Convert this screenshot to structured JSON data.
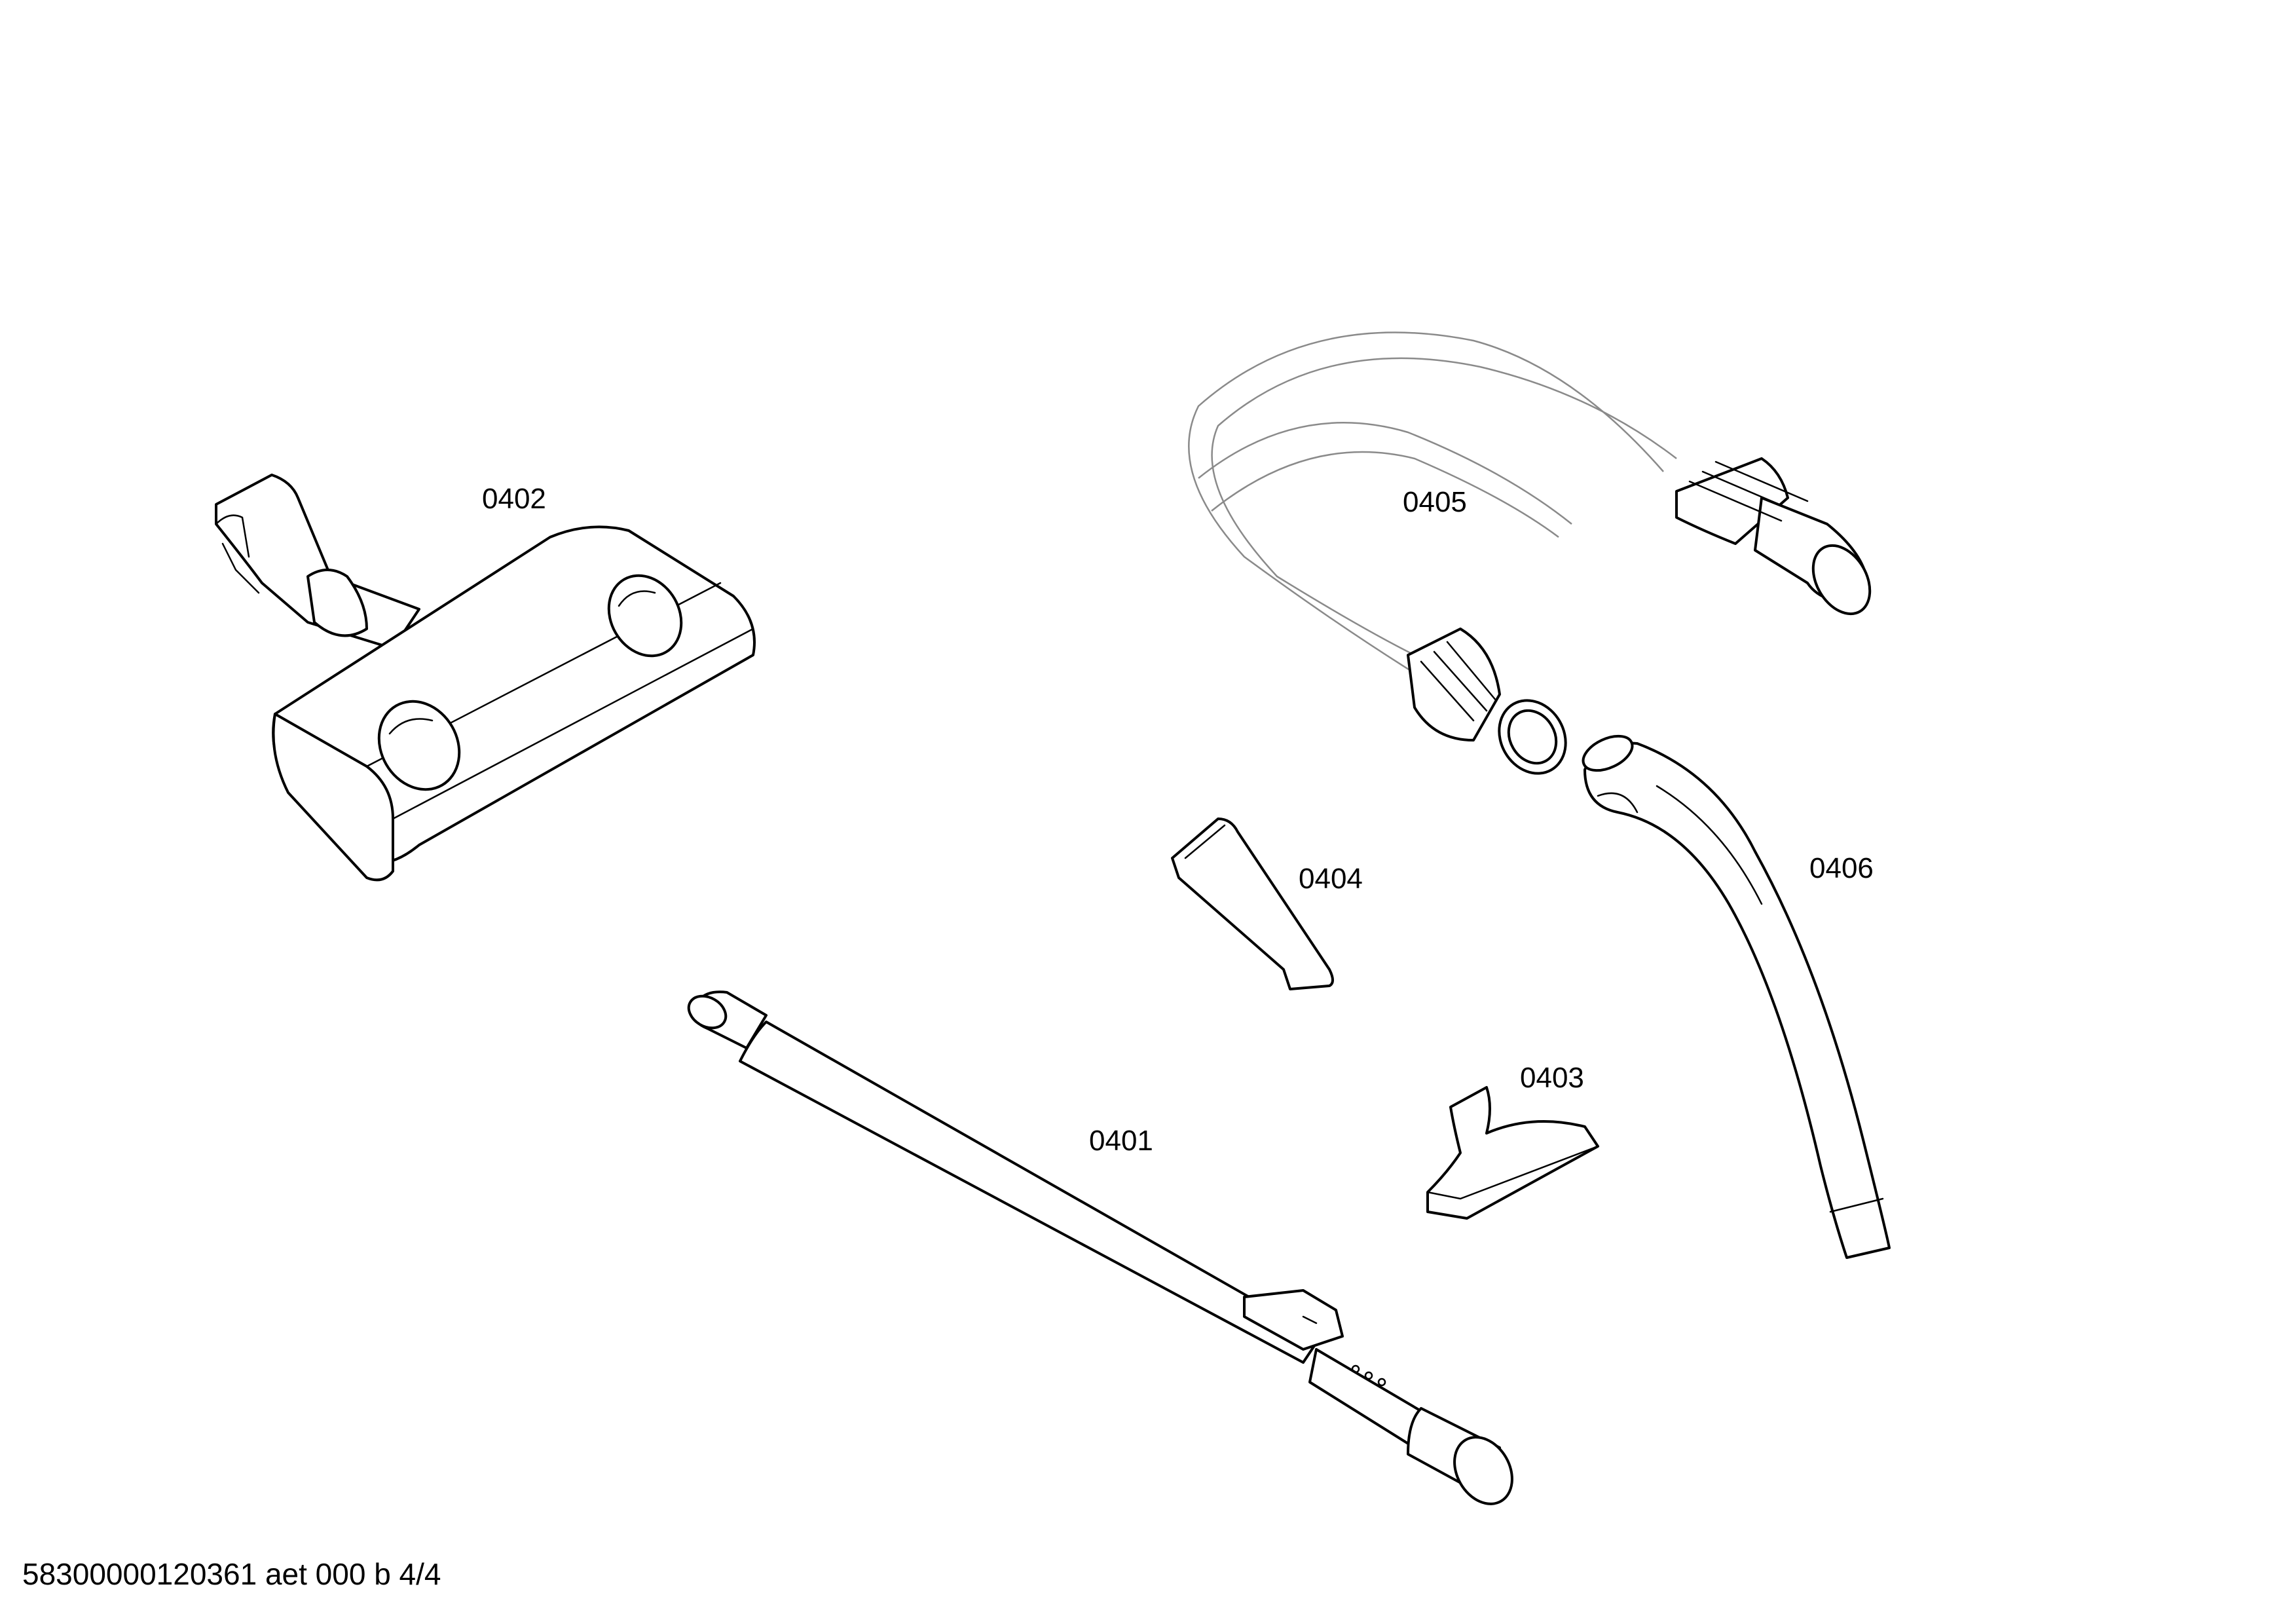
{
  "parts": [
    {
      "id": "0401",
      "name": "telescopic-tube"
    },
    {
      "id": "0402",
      "name": "floor-nozzle"
    },
    {
      "id": "0403",
      "name": "upholstery-nozzle"
    },
    {
      "id": "0404",
      "name": "crevice-nozzle"
    },
    {
      "id": "0405",
      "name": "suction-hose"
    },
    {
      "id": "0406",
      "name": "hose-handle"
    }
  ],
  "footer": {
    "text": "58300000120361 aet 000 b 4/4"
  },
  "colors": {
    "line": "#000000",
    "background": "#ffffff",
    "hose": "#8a8a8a"
  }
}
